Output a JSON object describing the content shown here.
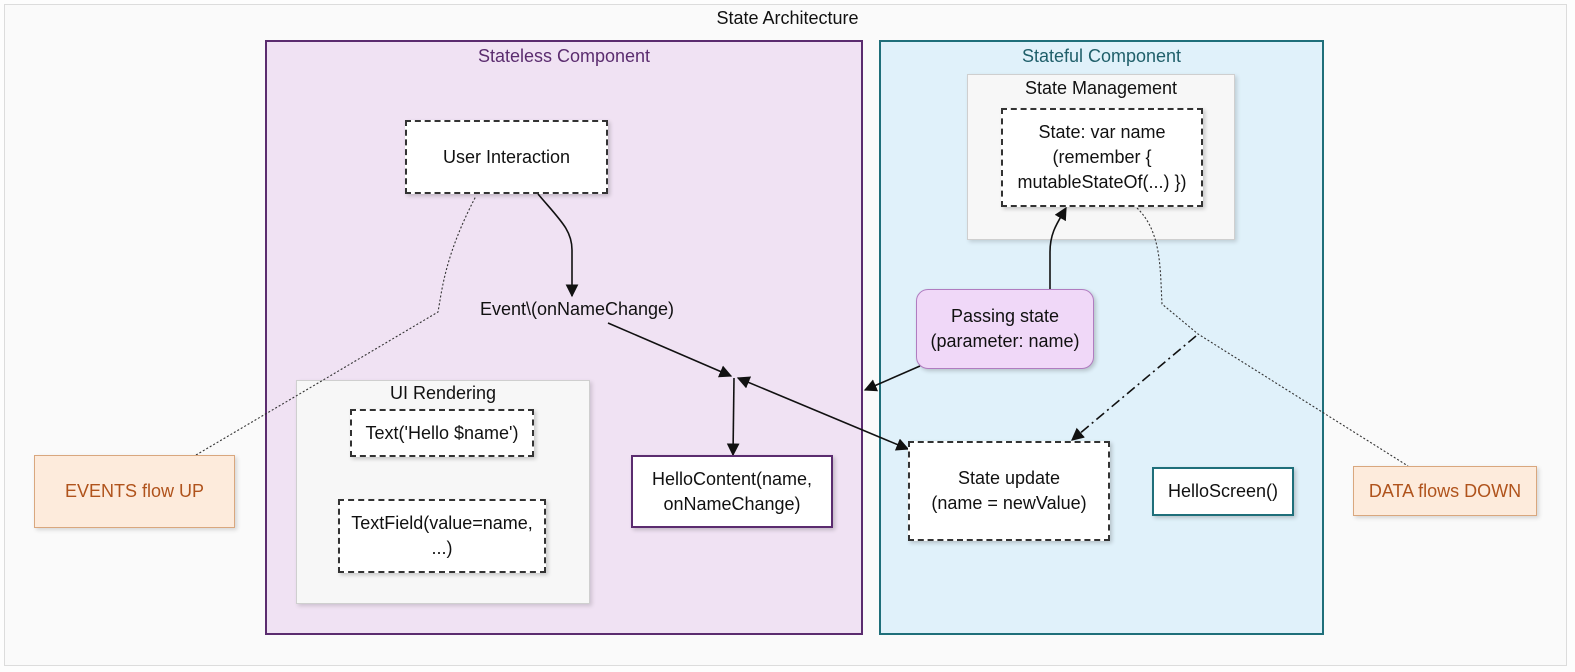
{
  "title": "State Architecture",
  "clusters": {
    "stateless": "Stateless Component",
    "stateful": "Stateful Component",
    "ui_rendering": "UI Rendering",
    "state_management": "State Management"
  },
  "nodes": {
    "user_interaction": "User Interaction",
    "event": "Event\\(onNameChange)",
    "text": "Text('Hello $name')",
    "textfield_line1": "TextField(value=name,",
    "textfield_line2": "...)",
    "hello_content_line1": "HelloContent(name,",
    "hello_content_line2": "onNameChange)",
    "state_var_line1": "State: var name",
    "state_var_line2": "(remember {",
    "state_var_line3": "mutableStateOf(...) })",
    "passing_state_line1": "Passing state",
    "passing_state_line2": "(parameter: name)",
    "state_update_line1": "State update",
    "state_update_line2": "(name = newValue)",
    "hello_screen": "HelloScreen()"
  },
  "notes": {
    "events_flow_up": "EVENTS flow UP",
    "data_flows_down": "DATA flows DOWN"
  },
  "colors": {
    "stateless_fill": "#f0e2f3",
    "stateless_border": "#5b2c6f",
    "stateful_fill": "#e0f1fa",
    "stateful_border": "#1f6f7a",
    "passing_state_fill": "#f0d8f8",
    "note_fill": "#fdebdc",
    "note_text": "#b0531c"
  }
}
